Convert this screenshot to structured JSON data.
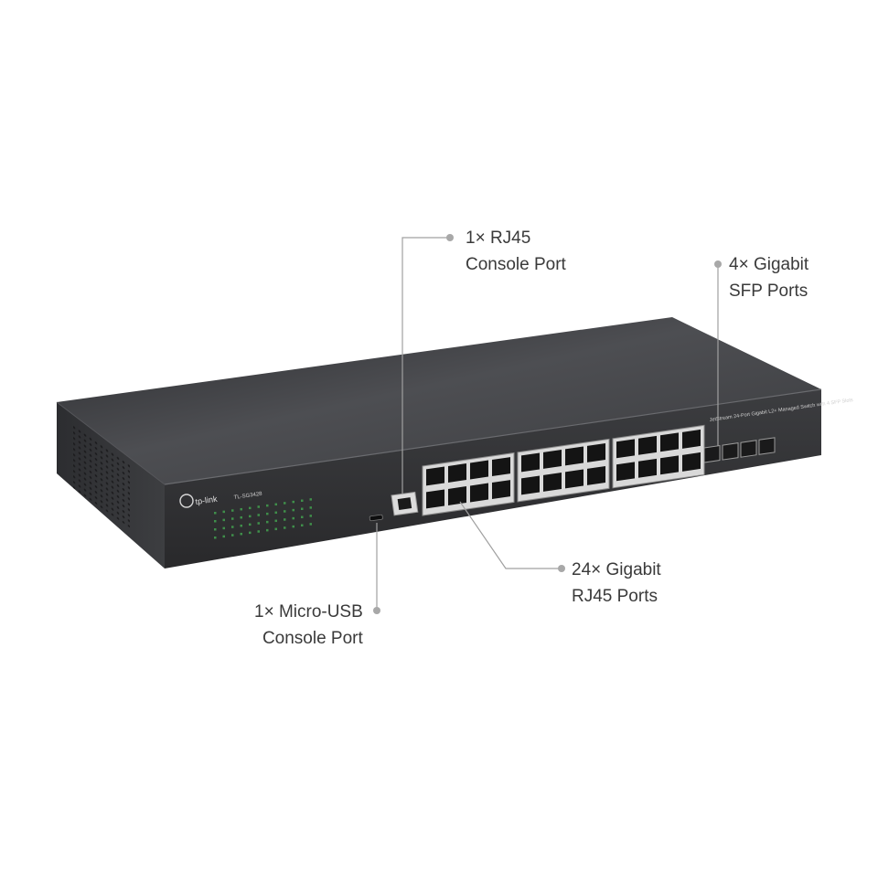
{
  "product": {
    "brand": "tp-link",
    "model": "TL-SG3428",
    "front_panel_text": "JetStream 24-Port Gigabit L2+ Managed Switch with 4 SFP Slots",
    "colors": {
      "chassis": "#2f3033",
      "chassis_top": "#4a4b4e",
      "port_face": "#e6e6e6",
      "led_green": "#3f8f4a"
    }
  },
  "callouts": {
    "rj45_console": {
      "line1": "1× RJ45",
      "line2": "Console Port"
    },
    "sfp_ports": {
      "line1": "4× Gigabit",
      "line2": "SFP Ports"
    },
    "gigabit_ports": {
      "line1": "24× Gigabit",
      "line2": "RJ45 Ports"
    },
    "usb_console": {
      "line1": "1× Micro-USB",
      "line2": "Console Port"
    }
  },
  "callout_color": "#9a9a9a"
}
